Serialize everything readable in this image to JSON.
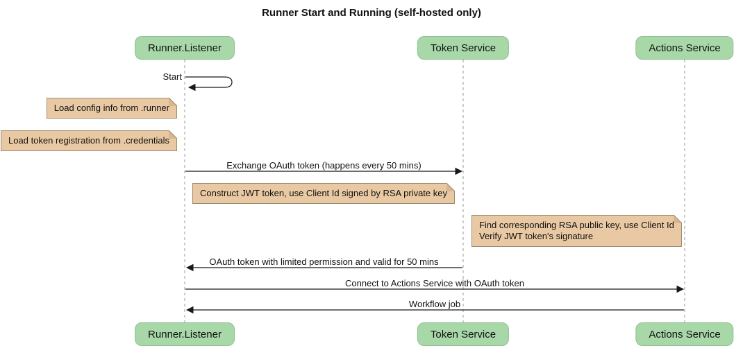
{
  "title": "Runner Start and Running (self-hosted only)",
  "participants": [
    "Runner.Listener",
    "Token Service",
    "Actions Service"
  ],
  "messages": {
    "start": "Start",
    "exchange_oauth": "Exchange OAuth token (happens every 50 mins)",
    "oauth_return": "OAuth token with limited permission and valid for 50 mins",
    "connect": "Connect to Actions Service with OAuth token",
    "workflow_job": "Workflow job"
  },
  "notes": {
    "load_config": "Load config info from .runner",
    "load_token_registration": "Load token registration from .credentials",
    "construct_jwt": "Construct JWT token, use Client Id signed by RSA private key",
    "verify_jwt_line1": "Find corresponding RSA public key, use Client Id",
    "verify_jwt_line2": "Verify JWT token's signature"
  },
  "colors": {
    "participant_fill": "#a8d8a8",
    "participant_border": "#8fbf8f",
    "note_fill": "#e9c9a3",
    "note_border": "#9c8a70",
    "note_fold": "#d8b78d",
    "arrow_color": "#181818",
    "lifeline_color": "#999999",
    "text_color": "#111111"
  }
}
